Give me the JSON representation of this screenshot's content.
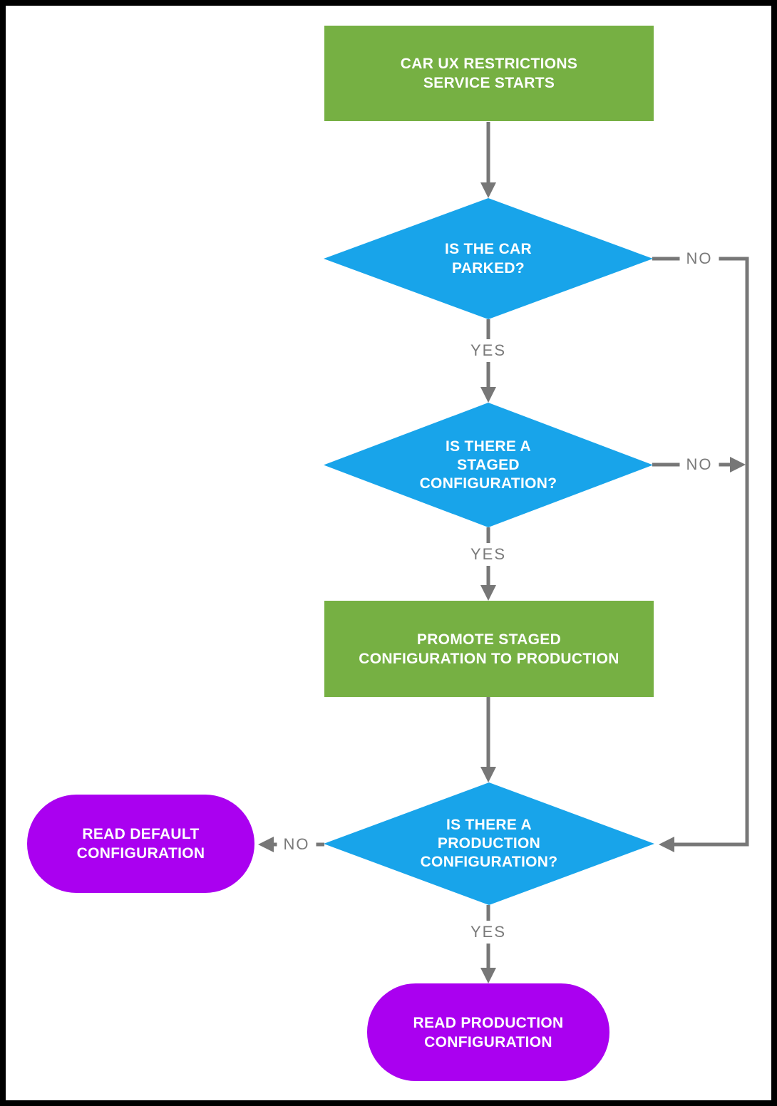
{
  "colors": {
    "process_fill": "#76B043",
    "decision_fill": "#18A4EA",
    "terminal_fill": "#AA00F0",
    "connector": "#777777",
    "edge_label_text": "#7a7a7a",
    "node_text": "#ffffff",
    "canvas_bg": "#ffffff",
    "frame_color": "#000000"
  },
  "nodes": {
    "start": {
      "type": "process",
      "label": "CAR UX RESTRICTIONS\nSERVICE STARTS"
    },
    "is_car_parked": {
      "type": "decision",
      "label": "IS THE CAR\nPARKED?"
    },
    "is_staged_configuration": {
      "type": "decision",
      "label": "IS THERE A\nSTAGED\nCONFIGURATION?"
    },
    "promote_staged": {
      "type": "process",
      "label": "PROMOTE STAGED\nCONFIGURATION TO PRODUCTION"
    },
    "is_production_configuration": {
      "type": "decision",
      "label": "IS THERE A\nPRODUCTION\nCONFIGURATION?"
    },
    "read_default": {
      "type": "terminal",
      "label": "READ DEFAULT\nCONFIGURATION"
    },
    "read_production": {
      "type": "terminal",
      "label": "READ PRODUCTION\nCONFIGURATION"
    }
  },
  "edges": {
    "parked_no_label": "NO",
    "parked_yes_label": "YES",
    "staged_no_label": "NO",
    "staged_yes_label": "YES",
    "production_no_label": "NO",
    "production_yes_label": "YES"
  }
}
